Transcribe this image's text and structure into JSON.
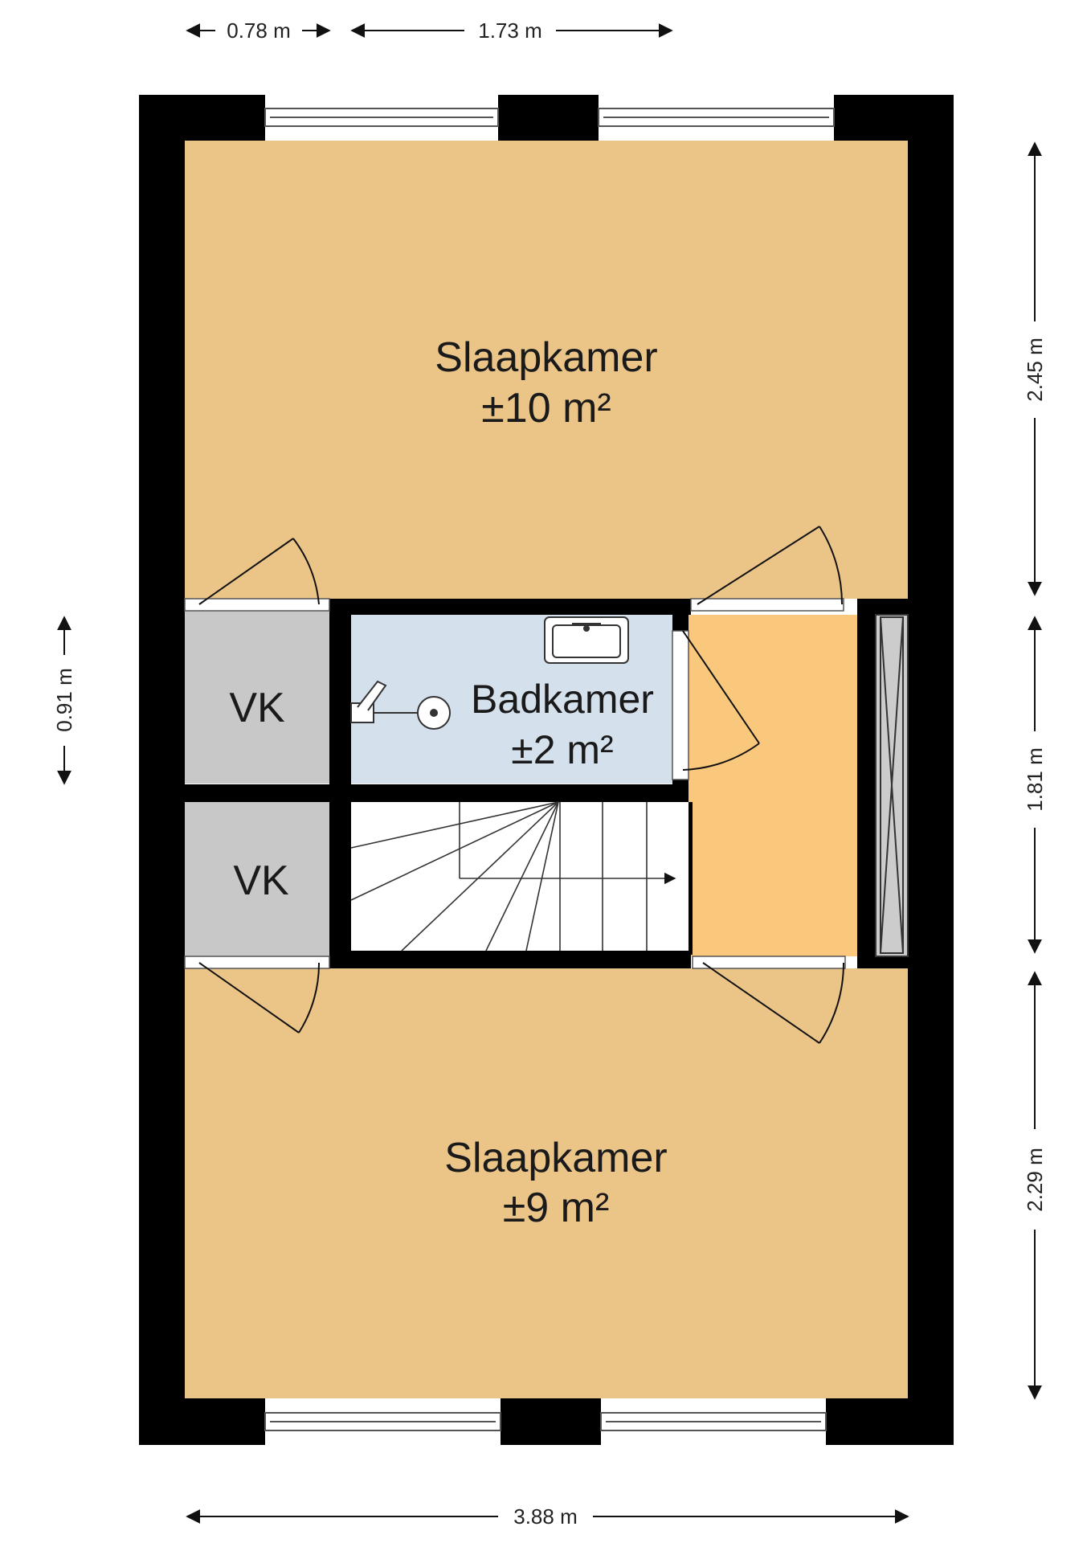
{
  "floorplan": {
    "rooms": {
      "bedroom_top": {
        "name": "Slaapkamer",
        "area": "±10 m²"
      },
      "bathroom": {
        "name": "Badkamer",
        "area": "±2 m²"
      },
      "closet_top": {
        "name": "VK"
      },
      "closet_bottom": {
        "name": "VK"
      },
      "bedroom_bottom": {
        "name": "Slaapkamer",
        "area": "±9 m²"
      }
    },
    "dimensions": {
      "top_left": "0.78 m",
      "top_mid": "1.73 m",
      "right_top": "2.45 m",
      "right_mid": "1.81 m",
      "right_bottom": "2.29 m",
      "left_mid": "0.91 m",
      "bottom": "3.88 m"
    },
    "colors": {
      "bedroom": "#EBC488",
      "hallway": "#F9C87D",
      "bathroom": "#D4E0EC",
      "closet": "#C8C8C8",
      "wall": "#000000"
    }
  }
}
